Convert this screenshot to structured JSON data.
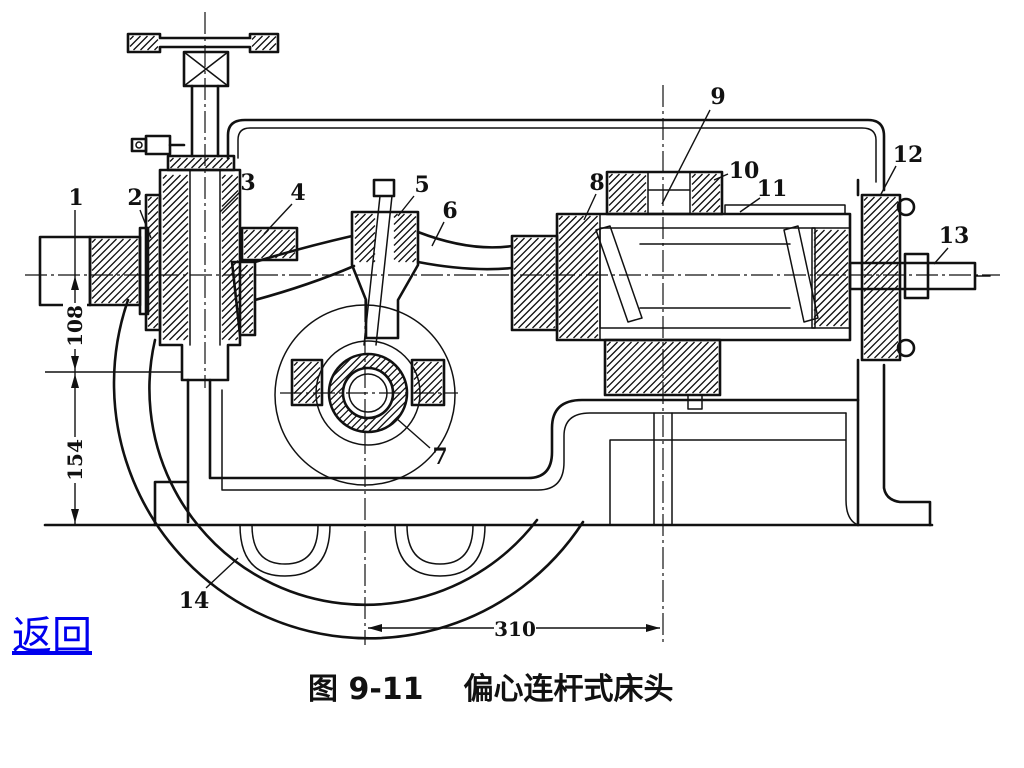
{
  "nav": {
    "return_label": "返回"
  },
  "figure": {
    "number": "图 9-11",
    "title": "偏心连杆式床头"
  },
  "diagram": {
    "part_labels": [
      "1",
      "2",
      "3",
      "4",
      "5",
      "6",
      "7",
      "8",
      "9",
      "10",
      "11",
      "12",
      "13",
      "14"
    ],
    "dimensions": {
      "upper_height": "108",
      "lower_height": "154",
      "horizontal": "310"
    }
  },
  "colors": {
    "line": "#111111",
    "link": "#0000ee",
    "background": "#ffffff"
  }
}
